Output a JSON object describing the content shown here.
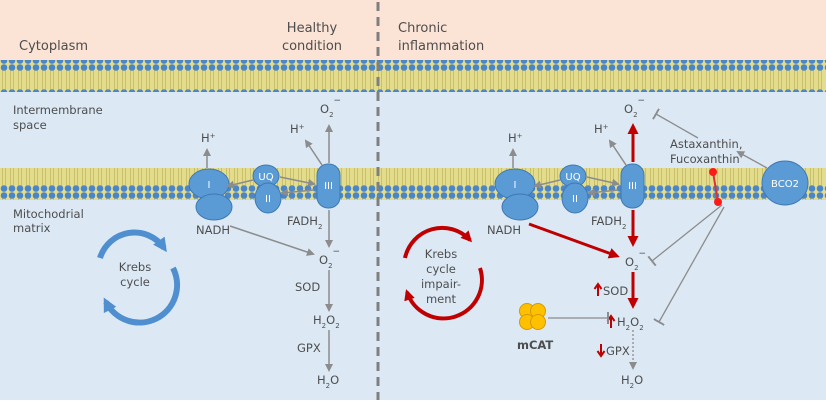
{
  "regions": {
    "cytoplasm": "Cytoplasm",
    "intermembrane": [
      "Intermembrane",
      "space"
    ],
    "matrix": [
      "Mitochodrial",
      "matrix"
    ]
  },
  "conditions": {
    "healthy": [
      "Healthy",
      "condition"
    ],
    "chronic": [
      "Chronic",
      "inflammation"
    ]
  },
  "complexes": {
    "c1": "I",
    "c2": "II",
    "c3": "III",
    "uq": "UQ"
  },
  "molecules": {
    "hplus": "H",
    "hplus_sup": "+",
    "o2": "O",
    "o2_sub": "2",
    "o2_sup": "−",
    "nadh": "NADH",
    "fadh": "FADH",
    "fadh_sub": "2",
    "sod": "SOD",
    "h2o2": [
      "H",
      "2",
      "O",
      "2"
    ],
    "gpx": "GPX",
    "h2o": [
      "H",
      "2",
      "O"
    ]
  },
  "krebs": {
    "healthy": [
      "Krebs",
      "cycle"
    ],
    "impaired": [
      "Krebs",
      "cycle",
      "impair-",
      "ment"
    ]
  },
  "agents": {
    "mcat": "mCAT",
    "astaxanthin": "Astaxanthin,",
    "fucoxanthin": "Fucoxanthin",
    "bco2": "BCO2"
  },
  "colors": {
    "cytoplasm_bg": "#fbe3d6",
    "space_bg": "#dce9f5",
    "membrane_blue": "#4a86c8",
    "membrane_yellow": "#e3dc8c",
    "protein": "#5b9bd5",
    "protein_stroke": "#3d78b5",
    "arrow_gray": "#8c8c8c",
    "arrow_red": "#c00000",
    "mcat_yellow": "#ffc000",
    "dashed_divider": "#7f7f7f"
  }
}
